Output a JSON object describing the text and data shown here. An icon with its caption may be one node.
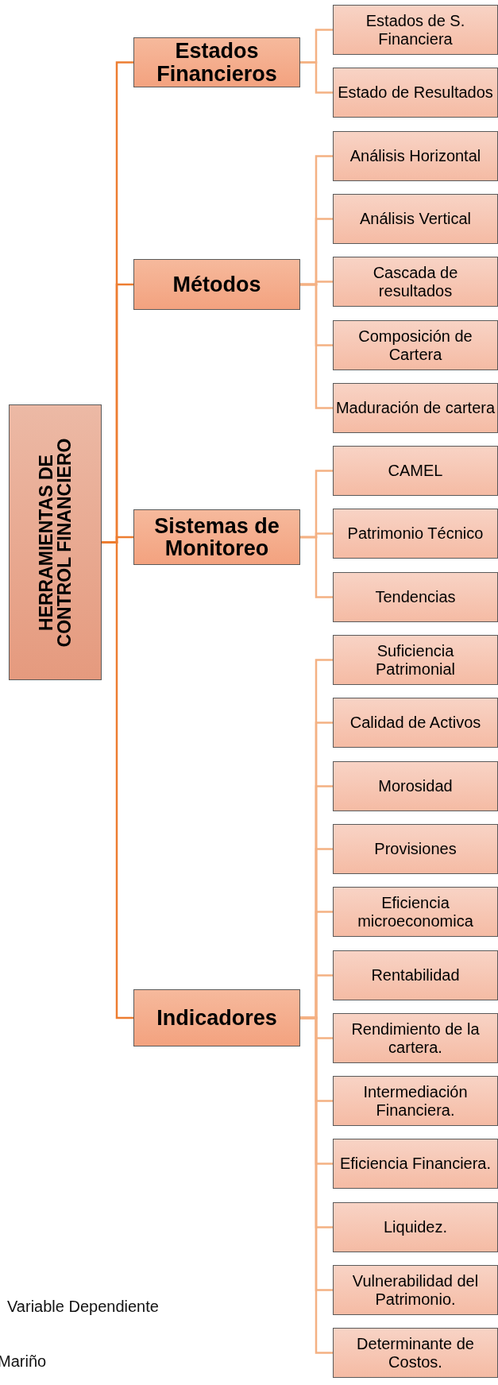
{
  "diagram": {
    "nodes": [
      {
        "text": [
          "HERRAMIENTAS DE CONTROL FINANCIERO"
        ]
      },
      {
        "text": [
          "Estados Financieros"
        ]
      },
      {
        "text": [
          "Estados de S. Financiera"
        ]
      },
      {
        "text": [
          "Estado de Resultados"
        ]
      },
      {
        "text": [
          "Métodos"
        ]
      },
      {
        "text": [
          "Análisis Horizontal"
        ]
      },
      {
        "text": [
          "Análisis Vertical"
        ]
      },
      {
        "text": [
          "Cascada de resultados"
        ]
      },
      {
        "text": [
          "Composición de Cartera"
        ]
      },
      {
        "text": [
          "Maduración de cartera"
        ]
      },
      {
        "text": [
          "Sistemas de Monitoreo"
        ]
      },
      {
        "text": [
          "CAMEL"
        ]
      },
      {
        "text": [
          "Patrimonio Técnico"
        ]
      },
      {
        "text": [
          "Tendencias"
        ]
      },
      {
        "text": [
          "Indicadores"
        ]
      },
      {
        "text": [
          "Suficiencia Patrimonial"
        ]
      },
      {
        "text": [
          "Calidad de Activos"
        ]
      },
      {
        "text": [
          "Morosidad"
        ]
      },
      {
        "text": [
          "Provisiones"
        ]
      },
      {
        "text": [
          "Eficiencia microeconomica"
        ]
      },
      {
        "text": [
          "Rentabilidad"
        ]
      },
      {
        "text": [
          "Rendimiento de la cartera."
        ]
      },
      {
        "text": [
          "Intermediación Financiera."
        ]
      },
      {
        "text": [
          "Eficiencia Financiera."
        ]
      },
      {
        "text": [
          "Liquidez."
        ]
      },
      {
        "text": [
          "Vulnerabilidad del Patrimonio."
        ]
      },
      {
        "text": [
          "Determinante de Costos."
        ]
      }
    ],
    "edges": [
      {
        "from": 0,
        "to": 1,
        "arrow": "none",
        "color": "#ed7d31"
      },
      {
        "from": 0,
        "to": 4,
        "arrow": "none",
        "color": "#ed7d31"
      },
      {
        "from": 0,
        "to": 10,
        "arrow": "none",
        "color": "#ed7d31"
      },
      {
        "from": 0,
        "to": 14,
        "arrow": "none",
        "color": "#ed7d31"
      },
      {
        "from": 1,
        "to": 2,
        "arrow": "none"
      },
      {
        "from": 1,
        "to": 3,
        "arrow": "none"
      },
      {
        "from": 4,
        "to": 5,
        "arrow": "none"
      },
      {
        "from": 4,
        "to": 6,
        "arrow": "none"
      },
      {
        "from": 4,
        "to": 7,
        "arrow": "none"
      },
      {
        "from": 4,
        "to": 8,
        "arrow": "none"
      },
      {
        "from": 4,
        "to": 9,
        "arrow": "none"
      },
      {
        "from": 10,
        "to": 11,
        "arrow": "none"
      },
      {
        "from": 10,
        "to": 12,
        "arrow": "none"
      },
      {
        "from": 10,
        "to": 13,
        "arrow": "none"
      },
      {
        "from": 14,
        "to": 15,
        "arrow": "none"
      },
      {
        "from": 14,
        "to": 16,
        "arrow": "none"
      },
      {
        "from": 14,
        "to": 17,
        "arrow": "none"
      },
      {
        "from": 14,
        "to": 18,
        "arrow": "none"
      },
      {
        "from": 14,
        "to": 19,
        "arrow": "none"
      },
      {
        "from": 14,
        "to": 20,
        "arrow": "none"
      },
      {
        "from": 14,
        "to": 21,
        "arrow": "none"
      },
      {
        "from": 14,
        "to": 22,
        "arrow": "none"
      },
      {
        "from": 14,
        "to": 23,
        "arrow": "none"
      },
      {
        "from": 14,
        "to": 24,
        "arrow": "none"
      },
      {
        "from": 14,
        "to": 25,
        "arrow": "none"
      },
      {
        "from": 14,
        "to": 26,
        "arrow": "none"
      }
    ],
    "labels": [
      "Variable Dependiente",
      "Mariño"
    ]
  }
}
